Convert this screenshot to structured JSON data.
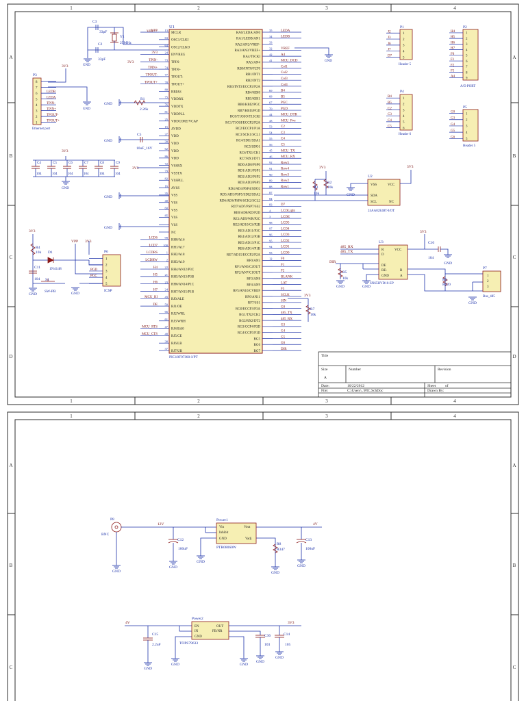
{
  "frame": {
    "columns": [
      "1",
      "2",
      "3",
      "4"
    ],
    "rows_top": [
      "A",
      "B",
      "C",
      "D"
    ],
    "rows_bottom": [
      "A",
      "B",
      "C"
    ]
  },
  "title_block": {
    "title_label": "Title",
    "size_label": "Size",
    "size_value": "A",
    "number_label": "Number",
    "revision_label": "Revision",
    "date_label": "Date:",
    "date_value": "10/22/2012",
    "sheet_label": "Sheet",
    "sheet_value": "of",
    "file_label": "File:",
    "file_value": "C:\\Users\\..\\PIC.SchDoc",
    "drawn_label": "Drawn By:"
  },
  "u1": {
    "ref": "U1",
    "part": "PIC18F97J60-I/PT",
    "left_pins": [
      {
        "net": "VPP",
        "num": "13",
        "name": "MCLR"
      },
      {
        "net": "",
        "num": "63",
        "name": "OSC1/CLKI"
      },
      {
        "net": "",
        "num": "64",
        "name": "OSC2/CLKO"
      },
      {
        "net": "3V3",
        "num": "24",
        "name": "ENVREG"
      },
      {
        "net": "TPIN-",
        "num": "73",
        "name": "TPIN-"
      },
      {
        "net": "TPIN+",
        "num": "74",
        "name": "TPIN+"
      },
      {
        "net": "TPOUT-",
        "num": "77",
        "name": "TPOUT-"
      },
      {
        "net": "TPOUT+",
        "num": "78",
        "name": "TPOUT+"
      },
      {
        "net": "",
        "num": "80",
        "name": "RBIAS"
      },
      {
        "net": "",
        "num": "75",
        "name": "VDDRX"
      },
      {
        "net": "",
        "num": "76",
        "name": "VDDTX"
      },
      {
        "net": "",
        "num": "81",
        "name": "VDDPLL"
      },
      {
        "net": "",
        "num": "25",
        "name": "VDDCORE/VCAP"
      },
      {
        "net": "",
        "num": "15",
        "name": "AVDD"
      },
      {
        "net": "",
        "num": "37",
        "name": "VDD"
      },
      {
        "net": "",
        "num": "39",
        "name": "VDD"
      },
      {
        "net": "",
        "num": "62",
        "name": "VDD"
      },
      {
        "net": "",
        "num": "86",
        "name": "VDD"
      },
      {
        "net": "",
        "num": "72",
        "name": "VSSRX"
      },
      {
        "net": "",
        "num": "79",
        "name": "VSSTX"
      },
      {
        "net": "",
        "num": "82",
        "name": "VSSPLL"
      },
      {
        "net": "",
        "num": "16",
        "name": "AVSS"
      },
      {
        "net": "",
        "num": "35",
        "name": "VSS"
      },
      {
        "net": "",
        "num": "40",
        "name": "VSS"
      },
      {
        "net": "",
        "num": "60",
        "name": "VSS"
      },
      {
        "net": "",
        "num": "85",
        "name": "VSS"
      },
      {
        "net": "",
        "num": "",
        "name": "VSS"
      },
      {
        "net": "",
        "num": "",
        "name": "NC"
      },
      {
        "net": "LCD6",
        "num": "99",
        "name": "RH0/A16"
      },
      {
        "net": "LCD7",
        "num": "100",
        "name": "RH1/A17"
      },
      {
        "net": "LCDRS",
        "num": "1",
        "name": "RH2/A18"
      },
      {
        "net": "LCDRW",
        "num": "2",
        "name": "RH3/A19"
      },
      {
        "net": "H4",
        "num": "22",
        "name": "RH4/AN12/P3C"
      },
      {
        "net": "H5",
        "num": "21",
        "name": "RH5/AN13/P3B"
      },
      {
        "net": "H6",
        "num": "23",
        "name": "RH6/AN14/P1C"
      },
      {
        "net": "H7",
        "num": "24",
        "name": "RH7/AN15/P1B"
      },
      {
        "net": "MCU_RI",
        "num": "49",
        "name": "RJ0/ALE"
      },
      {
        "net": "DE",
        "num": "50",
        "name": "RJ1/OE"
      },
      {
        "net": "",
        "num": "66",
        "name": "RJ2/WRL"
      },
      {
        "net": "",
        "num": "61",
        "name": "RJ3/WRH"
      },
      {
        "net": "MCU_RTS",
        "num": "47",
        "name": "RJ4/BA0"
      },
      {
        "net": "MCU_CTS",
        "num": "48",
        "name": "RJ5/CE"
      },
      {
        "net": "",
        "num": "38",
        "name": "RJ6/LB"
      },
      {
        "net": "",
        "num": "37",
        "name": "RJ7/UB"
      }
    ],
    "right_pins": [
      {
        "name": "RA0/LEDA/AN0",
        "num": "35",
        "net": "LEDA"
      },
      {
        "name": "RA1/LEDB/AN1",
        "num": "34",
        "net": "LEDB"
      },
      {
        "name": "RA2/AN2/VREF-",
        "num": "33",
        "net": ""
      },
      {
        "name": "RA3/AN3/VREF+",
        "num": "32",
        "net": "VREF"
      },
      {
        "name": "RA4/T0CKI",
        "num": "42",
        "net": "A4"
      },
      {
        "name": "RA5/AN4",
        "num": "41",
        "net": "MCU_DCD"
      },
      {
        "name": "RB0/INT0/FLT0",
        "num": "",
        "net": "Col1"
      },
      {
        "name": "RB1/INT1",
        "num": "",
        "net": "Col2"
      },
      {
        "name": "RB2/INT2",
        "num": "",
        "net": "Col3"
      },
      {
        "name": "RB3/INT3/ECCP2/P2A",
        "num": "",
        "net": "Col4"
      },
      {
        "name": "RB4/KBI0",
        "num": "69",
        "net": "B4"
      },
      {
        "name": "RB5/KBI1",
        "num": "68",
        "net": "B5"
      },
      {
        "name": "RB6/KBI2/PGC",
        "num": "67",
        "net": "PGC"
      },
      {
        "name": "RB7/KBI3/PGD",
        "num": "70",
        "net": "PGD"
      },
      {
        "name": "RC0/T1OSO/T13CKI",
        "num": "44",
        "net": "MCU_DTR"
      },
      {
        "name": "RC1/T1OSI/ECCP2/P2A",
        "num": "43",
        "net": "MCU_Pwr"
      },
      {
        "name": "RC2/ECCP1/P1A",
        "num": "53",
        "net": "C2"
      },
      {
        "name": "RC3/SCK1/SCL1",
        "num": "54",
        "net": "C3"
      },
      {
        "name": "RC4/SDI1/SDA1",
        "num": "55",
        "net": "C4"
      },
      {
        "name": "RC5/SDO1",
        "num": "56",
        "net": "C5"
      },
      {
        "name": "RC6/TX1/CK1",
        "num": "45",
        "net": "MCU_TX"
      },
      {
        "name": "RC7/RX1/DT1",
        "num": "46",
        "net": "MCU_RX"
      },
      {
        "name": "RD0/AD0/PSP0",
        "num": "92",
        "net": "Row5"
      },
      {
        "name": "RD1/AD1/PSP1",
        "num": "91",
        "net": "Row4"
      },
      {
        "name": "RD2/AD2/PSP2",
        "num": "90",
        "net": "Row3"
      },
      {
        "name": "RD3/AD3/PSP3",
        "num": "89",
        "net": "Row2"
      },
      {
        "name": "RD4/AD4/PSP4/SDO2",
        "num": "88",
        "net": "Row1"
      },
      {
        "name": "RD5/AD5/PSP5/SDI2/SDA2",
        "num": "87",
        "net": ""
      },
      {
        "name": "RD6/AD6/PSP6/SCK2/SCL2",
        "num": "84",
        "net": ""
      },
      {
        "name": "RD7/AD7/PSP7/SS2",
        "num": "83",
        "net": "D7"
      },
      {
        "name": "RE0/AD8/RD/P2D",
        "num": "4",
        "net": "LCDLight"
      },
      {
        "name": "RE1/AD9/WR/P2C",
        "num": "3",
        "net": "LCDE"
      },
      {
        "name": "RE2/AD10/CS/P2B",
        "num": "98",
        "net": "LCD5"
      },
      {
        "name": "RE3/AD11/P3C",
        "num": "97",
        "net": "LCD4"
      },
      {
        "name": "RE4/AD12/P3B",
        "num": "96",
        "net": "LCD3"
      },
      {
        "name": "RE5/AD13/P1C",
        "num": "95",
        "net": "LCD2"
      },
      {
        "name": "RE6/AD14/P1B",
        "num": "94",
        "net": "LCD1"
      },
      {
        "name": "RE7/AD15/ECCP2/P2A",
        "num": "93",
        "net": "LCD0"
      },
      {
        "name": "RF0/AN5",
        "num": "12",
        "net": "F0"
      },
      {
        "name": "RF1/AN6/C2OUT",
        "num": "",
        "net": "F1"
      },
      {
        "name": "RF2/AN7/C1OUT",
        "num": "",
        "net": "F2"
      },
      {
        "name": "RF3/AN8",
        "num": "",
        "net": "BLANK"
      },
      {
        "name": "RF4/AN9",
        "num": "",
        "net": "LAT"
      },
      {
        "name": "RF5/AN10/CVREF",
        "num": "",
        "net": "F5"
      },
      {
        "name": "RF6/AN11",
        "num": "",
        "net": "SCLK"
      },
      {
        "name": "RF7/SS1",
        "num": "",
        "net": "SIN"
      },
      {
        "name": "RG0/ECCP3/P3A",
        "num": "",
        "net": "G0"
      },
      {
        "name": "RG1/TX2/CK2",
        "num": "",
        "net": "485_TX"
      },
      {
        "name": "RG2/RX2/DT2",
        "num": "",
        "net": "485_RX"
      },
      {
        "name": "RG3/CCP4/P3D",
        "num": "",
        "net": "G3"
      },
      {
        "name": "RG4/CCP5/P1D",
        "num": "",
        "net": "G4"
      },
      {
        "name": "RG5",
        "num": "",
        "net": "G5"
      },
      {
        "name": "RG6",
        "num": "",
        "net": "G6"
      },
      {
        "name": "RG7",
        "num": "",
        "net": "DIR"
      }
    ]
  },
  "parts": {
    "c3_ref": "C3",
    "c3_val": "33pF",
    "y1_ref": "Y1",
    "y1_val": "25MHz",
    "c2_ref": "C2",
    "c2_val": "33pF",
    "r1_ref": "R1",
    "r1_val": "2.26k",
    "c5_ref": "C5",
    "c5_val": "10uF_16V",
    "p3_ref": "P3",
    "p3_label": "Ethernet port",
    "p3_nets": [
      "",
      "",
      "LEDB",
      "LEDA",
      "TPIN-",
      "TPIN+",
      "TPOUT-",
      "TPOUT+"
    ],
    "p3_pins": [
      "8",
      "7",
      "6",
      "5",
      "4",
      "3",
      "2",
      "1"
    ],
    "decap_refs": [
      "C4",
      "C5",
      "C6",
      "C7",
      "C8",
      "C9"
    ],
    "decap_val": "104",
    "r4_ref": "R4",
    "r4_val": "10k",
    "d1_ref": "D1",
    "d1_val": "1N4148",
    "c11_ref": "C11",
    "c11_val": "104",
    "s1_ref": "S1",
    "s1_val": "SW-PB",
    "p6_ref": "P6",
    "p6_label": "ICSP",
    "p6_nets": [
      "",
      "",
      "PGD",
      "PGC",
      ""
    ],
    "p6_pins": [
      "1",
      "2",
      "3",
      "4",
      "5"
    ],
    "p1_ref": "P1",
    "p1_label": "Header 5",
    "p1_nets": [
      "J2",
      "J3",
      "J6",
      "J7",
      "D7"
    ],
    "p2_ref": "P2",
    "p2_label": "A/D PORT",
    "p2_nets": [
      "H4",
      "H5",
      "H6",
      "H7",
      "F0",
      "F1",
      "F2",
      "F5",
      "A4"
    ],
    "p4_ref": "P4",
    "p4_label": "Header 6",
    "p4_nets": [
      "B4",
      "B5",
      "C2",
      "C3",
      "C4",
      "C5"
    ],
    "p5_ref": "P5",
    "p5_label": "Header 5",
    "p5_nets": [
      "G0",
      "G3",
      "G4",
      "G5",
      "G6"
    ],
    "u2_ref": "U2",
    "u2_part": "24AA02E48T-I/OT",
    "u2_pins": {
      "vss": "VSS",
      "vcc": "VCC",
      "sda": "SDA",
      "scl": "SCL",
      "nc": "NC"
    },
    "r2_ref": "R2",
    "r2_val": "10k",
    "r3_ref": "R3",
    "r3_val": "10k",
    "u3_ref": "U3",
    "u3_part": "SN65HVD10-EP",
    "u3_pins": {
      "r": "R",
      "d": "D",
      "de": "DE",
      "re": "RE-",
      "gnd": "GND",
      "vcc": "VCC",
      "b": "B",
      "a": "A"
    },
    "c10_ref": "C10",
    "c10_val": "104",
    "r5_ref": "R5",
    "r5_val": "10k",
    "r6_ref": "R6",
    "r6_val": "R120",
    "p7_ref": "P7",
    "p7_label": "Bus_485",
    "r7_ref": "R7",
    "r7_val": "10k",
    "p8_ref": "P8",
    "p8_label": "BNC",
    "power1_ref": "Power1",
    "power1_part": "PTR08060W",
    "power1_pins": {
      "vin": "Vin",
      "inhibit": "Inhibit",
      "gnd": "GND",
      "vout": "Vout",
      "vadj": "Vadj"
    },
    "c12_ref": "C12",
    "c12_val": "100uF",
    "c13_ref": "C13",
    "c13_val": "100uF",
    "r8_ref": "R8",
    "r8_val": "R347",
    "power2_ref": "Power2",
    "power2_part": "TOPS79633",
    "power2_pins": {
      "en": "EN",
      "in": "IN",
      "gnd": "GND",
      "out": "OUT",
      "fb": "FB/NR"
    },
    "c15_ref": "C15",
    "c15_val": "2.2uF",
    "c36_ref": "C36",
    "c36_val": "103",
    "c14_ref": "C14",
    "c14_val": "105"
  },
  "nets": {
    "vpp": "VPP",
    "v3v3": "3V3",
    "gnd": "GND",
    "v12": "12V",
    "v4": "4V",
    "dir": "DIR",
    "rx485": "485_RX",
    "tx485": "485_TX"
  },
  "colors": {
    "wire": "#1a2fa8",
    "part": "#8b1a1a",
    "body": "#f6efb3",
    "frame": "#2b2b2b",
    "net": "#7a1010"
  }
}
